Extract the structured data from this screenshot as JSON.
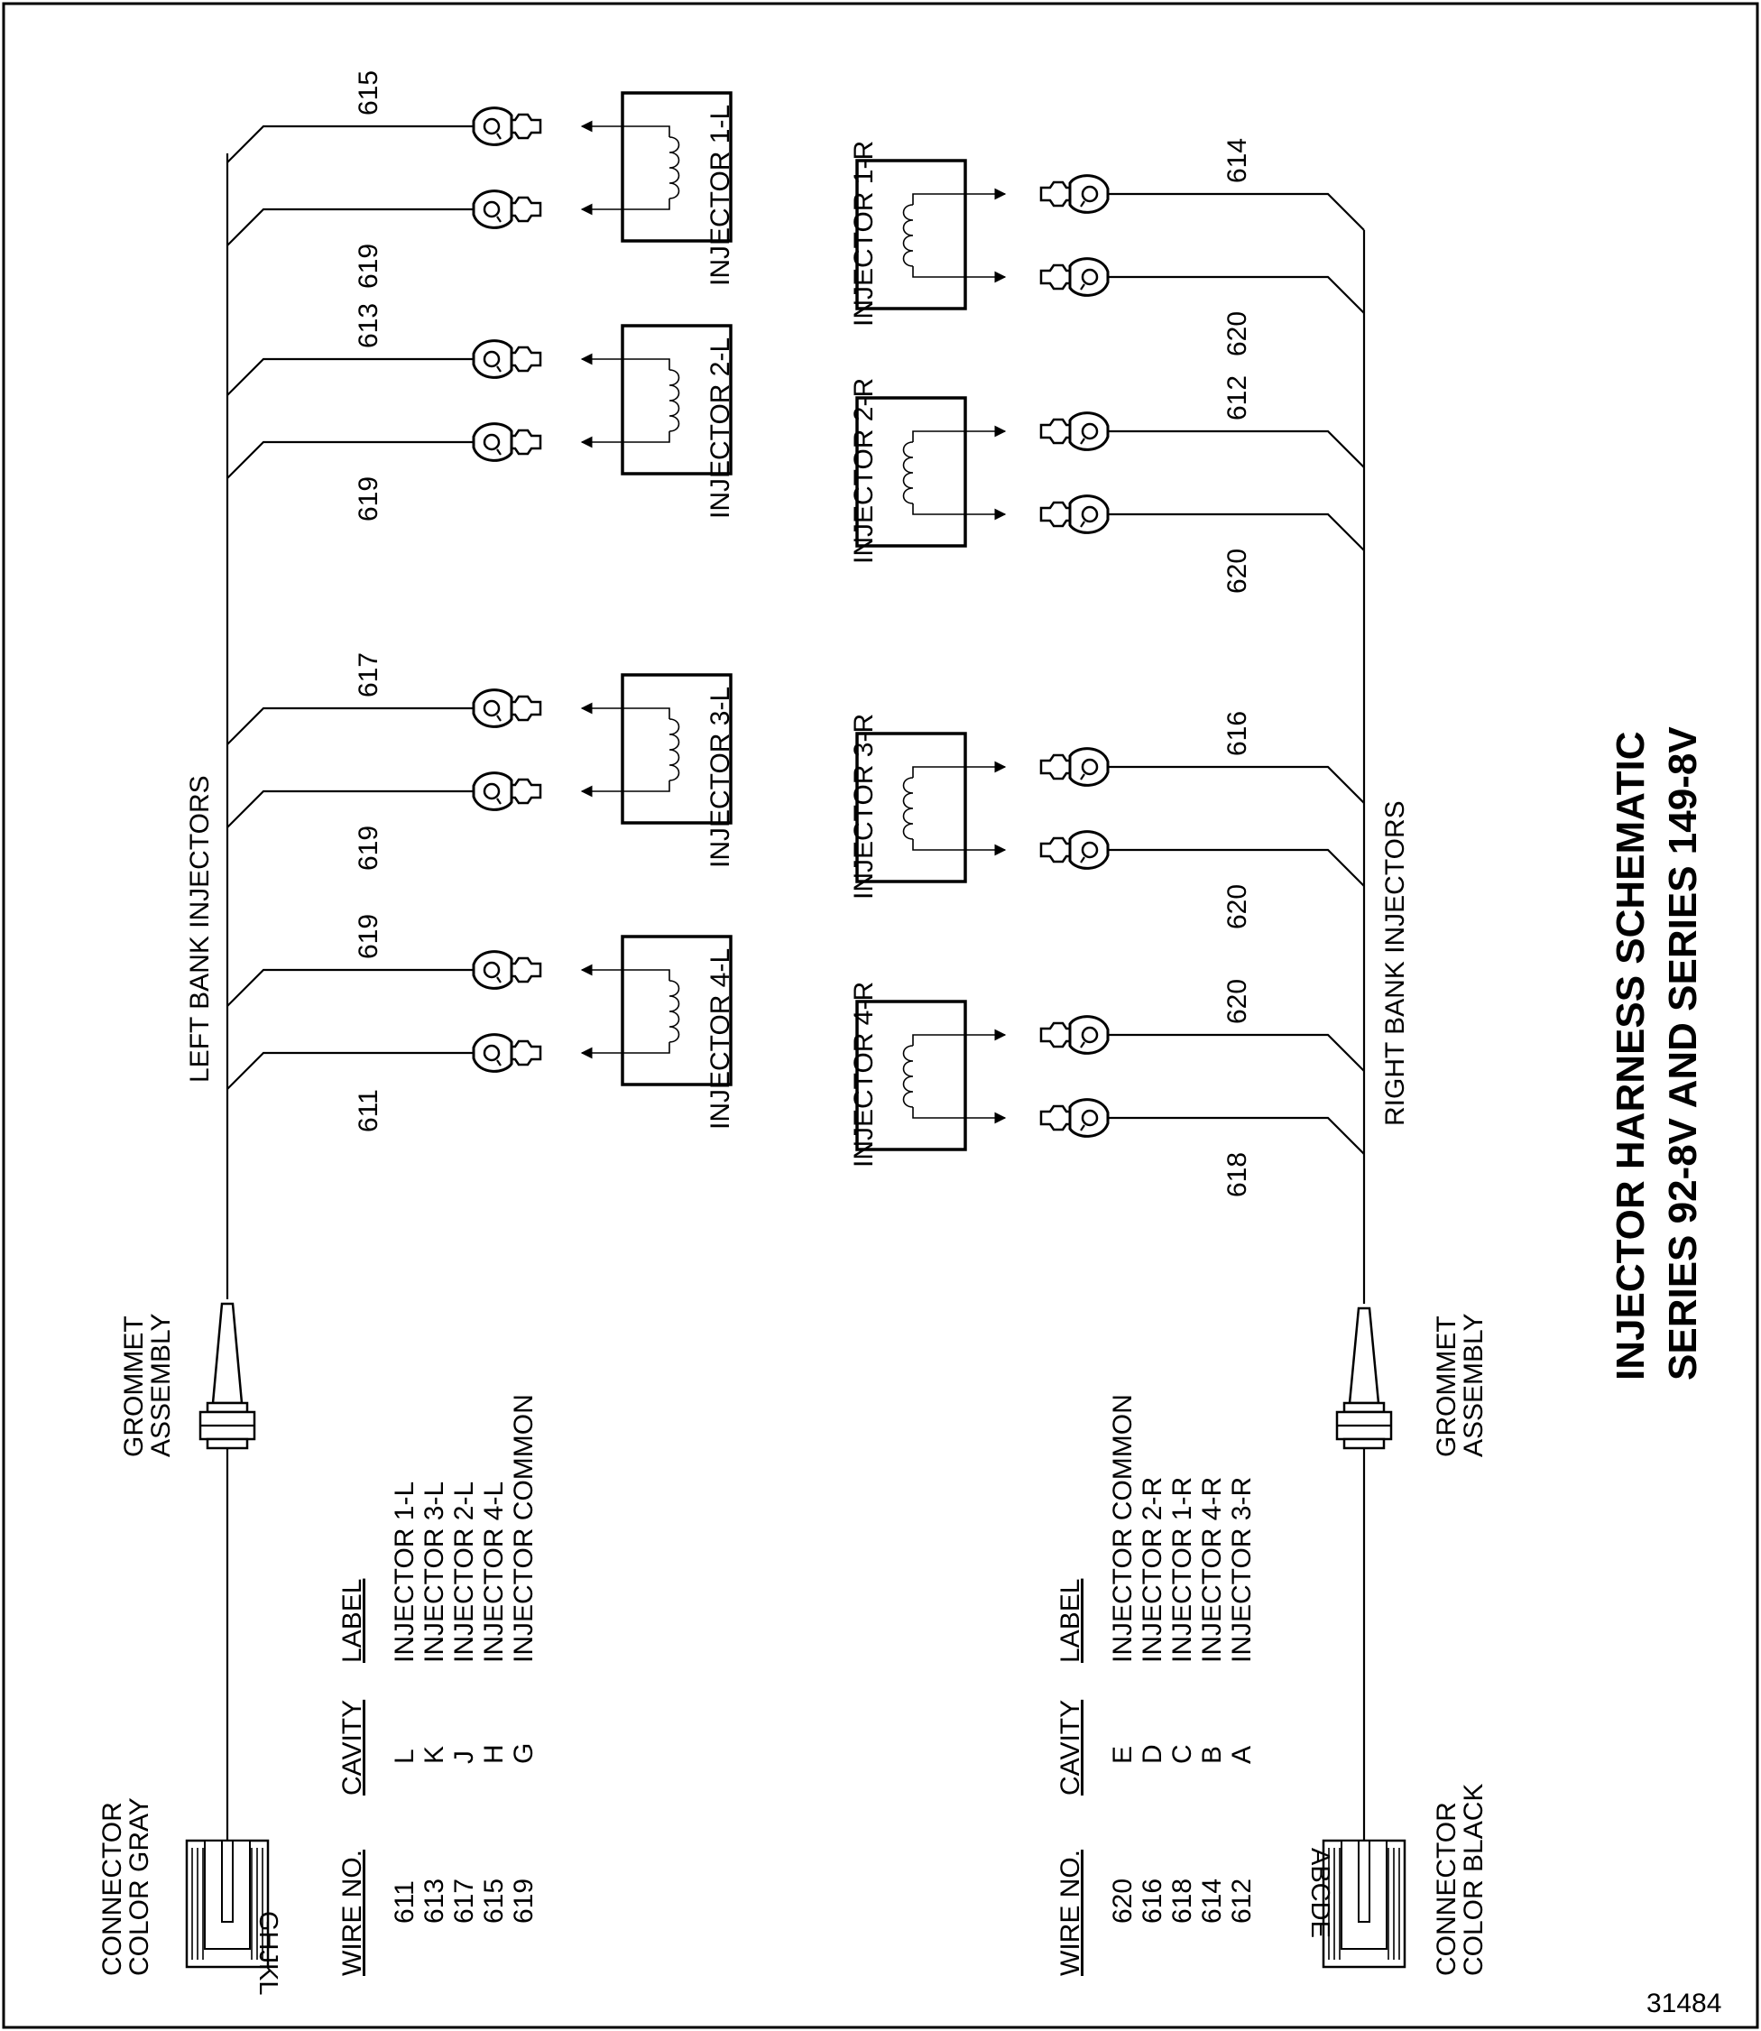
{
  "title": {
    "line1": "INJECTOR HARNESS SCHEMATIC",
    "line2": "SERIES 92-8V AND SERIES 149-8V"
  },
  "figure_number": "31484",
  "left": {
    "bank_label": "LEFT BANK INJECTORS",
    "grommet_line1": "GROMMET",
    "grommet_line2": "ASSEMBLY",
    "connector_line1": "CONNECTOR",
    "connector_line2": "COLOR GRAY",
    "connector_letters": "GHJKL",
    "table": {
      "headers": [
        "WIRE NO.",
        "CAVITY",
        "LABEL"
      ],
      "rows": [
        [
          "611",
          "L",
          "INJECTOR 1-L"
        ],
        [
          "613",
          "K",
          "INJECTOR 3-L"
        ],
        [
          "617",
          "J",
          "INJECTOR 2-L"
        ],
        [
          "615",
          "H",
          "INJECTOR 4-L"
        ],
        [
          "619",
          "G",
          "INJECTOR COMMON"
        ]
      ]
    },
    "injectors": [
      {
        "name": "INJECTOR 1-L",
        "wire_a": "615",
        "wire_b": "619"
      },
      {
        "name": "INJECTOR 2-L",
        "wire_a": "613",
        "wire_b": "619"
      },
      {
        "name": "INJECTOR 3-L",
        "wire_a": "617",
        "wire_b": "619"
      },
      {
        "name": "INJECTOR 4-L",
        "wire_a": "619",
        "wire_b": "611"
      }
    ]
  },
  "right": {
    "bank_label": "RIGHT BANK INJECTORS",
    "grommet_line1": "GROMMET",
    "grommet_line2": "ASSEMBLY",
    "connector_line1": "CONNECTOR",
    "connector_line2": "COLOR BLACK",
    "connector_letters": "ABCDE",
    "table": {
      "headers": [
        "WIRE NO.",
        "CAVITY",
        "LABEL"
      ],
      "rows": [
        [
          "620",
          "E",
          "INJECTOR COMMON"
        ],
        [
          "616",
          "D",
          "INJECTOR 2-R"
        ],
        [
          "618",
          "C",
          "INJECTOR 1-R"
        ],
        [
          "614",
          "B",
          "INJECTOR 4-R"
        ],
        [
          "612",
          "A",
          "INJECTOR 3-R"
        ]
      ]
    },
    "injectors": [
      {
        "name": "INJECTOR 1-R",
        "wire_a": "614",
        "wire_b": "620"
      },
      {
        "name": "INJECTOR 2-R",
        "wire_a": "612",
        "wire_b": "620"
      },
      {
        "name": "INJECTOR 3-R",
        "wire_a": "616",
        "wire_b": "620"
      },
      {
        "name": "INJECTOR 4-R",
        "wire_a": "620",
        "wire_b": "618"
      }
    ]
  }
}
